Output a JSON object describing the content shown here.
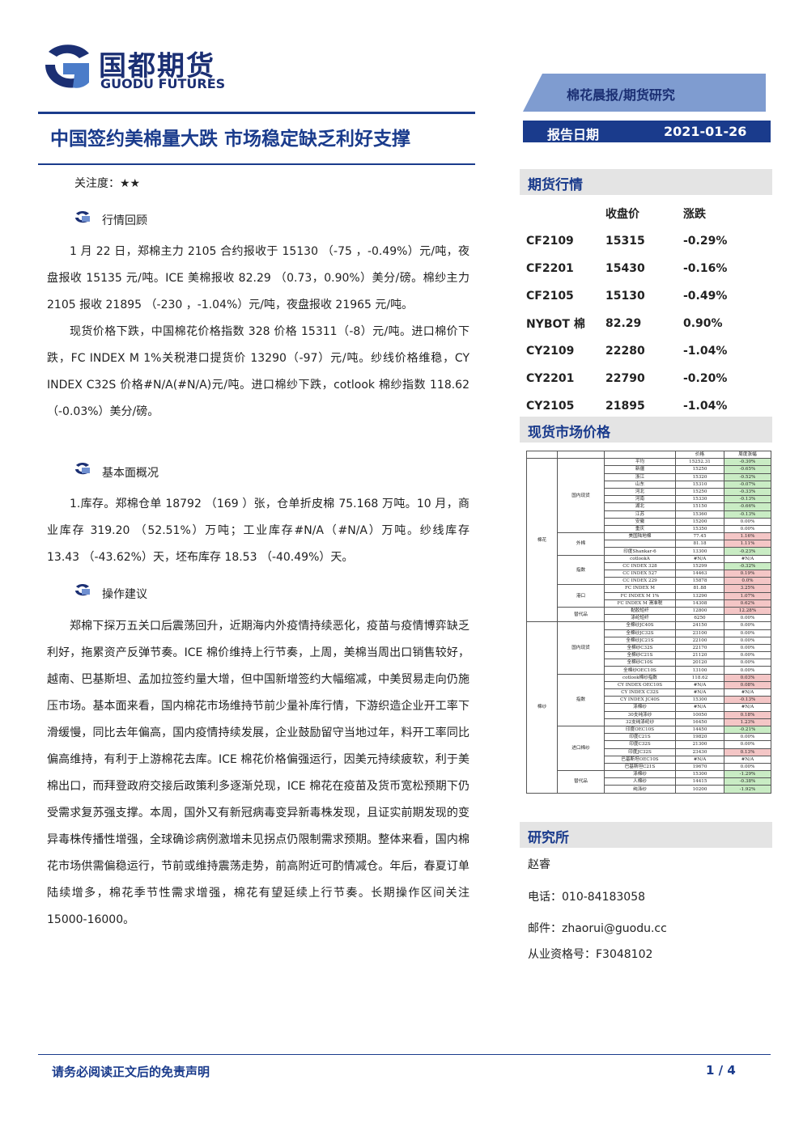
{
  "header": {
    "logo_cn": "国都期货",
    "logo_en": "GUODU FUTURES",
    "banner": "棉花晨报/期货研究",
    "title": "中国签约美棉量大跌  市场稳定缺乏利好支撑",
    "date_label": "报告日期",
    "date_value": "2021-01-26"
  },
  "focus": "关注度：★★",
  "sections": {
    "review_title": "行情回顾",
    "review_paras": [
      "1 月 22 日，郑棉主力 2105 合约报收于 15130 （-75 ，-0.49%）元/吨，夜盘报收 15135 元/吨。ICE 美棉报收 82.29 （0.73，0.90%）美分/磅。棉纱主力 2105 报收 21895 （-230 ，-1.04%）元/吨，夜盘报收 21965 元/吨。",
      "现货价格下跌，中国棉花价格指数 328 价格 15311（-8）元/吨。进口棉价下跌，FC INDEX M 1%关税港口提货价 13290（-97）元/吨。纱线价格维稳，CY INDEX C32S 价格#N/A(#N/A)元/吨。进口棉纱下跌，cotlook 棉纱指数 118.62（-0.03%）美分/磅。"
    ],
    "fundamental_title": "基本面概况",
    "fundamental_paras": [
      "1.库存。郑棉仓单 18792 （169 ）张，仓单折皮棉 75.168 万吨。10 月，商业库存 319.20 （52.51%）万吨；工业库存#N/A（#N/A）万吨。纱线库存 13.43 （-43.62%）天，坯布库存 18.53 （-40.49%）天。"
    ],
    "advice_title": "操作建议",
    "advice_paras": [
      "郑棉下探万五关口后震荡回升，近期海内外疫情持续恶化，疫苗与疫情博弈缺乏利好，拖累资产反弹节奏。ICE 棉价维持上行节奏，上周，美棉当周出口销售较好，越南、巴基斯坦、孟加拉签约量大增，但中国新增签约大幅缩减，中美贸易走向仍施压市场。基本面来看，国内棉花市场维持节前少量补库行情，下游织造企业开工率下滑缓慢，同比去年偏高，国内疫情持续发展，企业鼓励留守当地过年，料开工率同比偏高维持，有利于上游棉花去库。ICE 棉花价格偏强运行，因美元持续疲软，利于美棉出口，而拜登政府交接后政策利多逐渐兑现，ICE 棉花在疫苗及货币宽松预期下仍受需求复苏强支撑。本周，国外又有新冠病毒变异新毒株发现，且证实前期发现的变异毒株传播性增强，全球确诊病例激增未见拐点仍限制需求预期。整体来看，国内棉花市场供需偏稳运行，节前或维持震荡走势，前高附近可酌情减仓。年后，春夏订单陆续增多，棉花季节性需求增强，棉花有望延续上行节奏。长期操作区间关注 15000-16000。"
    ]
  },
  "futures": {
    "title": "期货行情",
    "col_close": "收盘价",
    "col_change": "涨跌",
    "rows": [
      {
        "name": "CF2109",
        "close": "15315",
        "change": "-0.29%"
      },
      {
        "name": "CF2201",
        "close": "15430",
        "change": "-0.16%"
      },
      {
        "name": "CF2105",
        "close": "15130",
        "change": "-0.49%"
      },
      {
        "name": "NYBOT 棉",
        "close": "82.29",
        "change": "0.90%"
      },
      {
        "name": "CY2109",
        "close": "22280",
        "change": "-1.04%"
      },
      {
        "name": "CY2201",
        "close": "22790",
        "change": "-0.20%"
      },
      {
        "name": "CY2105",
        "close": "21895",
        "change": "-1.04%"
      }
    ]
  },
  "spot": {
    "title": "现货市场价格",
    "header_price": "价格",
    "header_change": "周度涨幅",
    "cat_cotton": "棉花",
    "cat_yarn": "棉纱",
    "sub_domestic": "国内现货",
    "sub_foreign": "外棉",
    "sub_index": "指数",
    "sub_port": "港口",
    "sub_substitute": "替代品",
    "sub_domestic2": "国内现货",
    "sub_index2": "指数",
    "sub_import": "进口棉纱",
    "sub_substitute2": "替代品",
    "rows": [
      {
        "n": "平均",
        "p": "15252.31",
        "c": "-0.30%",
        "s": "neg"
      },
      {
        "n": "新疆",
        "p": "15250",
        "c": "-0.65%",
        "s": "neg"
      },
      {
        "n": "浙江",
        "p": "15320",
        "c": "-0.52%",
        "s": "neg"
      },
      {
        "n": "山东",
        "p": "15310",
        "c": "-0.07%",
        "s": "neg"
      },
      {
        "n": "河北",
        "p": "15250",
        "c": "-0.33%",
        "s": "neg"
      },
      {
        "n": "河南",
        "p": "15330",
        "c": "-0.13%",
        "s": "neg"
      },
      {
        "n": "湖北",
        "p": "15150",
        "c": "-0.66%",
        "s": "neg"
      },
      {
        "n": "江苏",
        "p": "15360",
        "c": "-0.13%",
        "s": "neg"
      },
      {
        "n": "安徽",
        "p": "15200",
        "c": "0.00%",
        "s": ""
      },
      {
        "n": "重庆",
        "p": "15350",
        "c": "0.00%",
        "s": ""
      },
      {
        "n": "美国陆地棉",
        "p": "77.45",
        "c": "1.16%",
        "s": "pos"
      },
      {
        "n": "",
        "p": "81.18",
        "c": "1.11%",
        "s": "pos"
      },
      {
        "n": "印度Shankar-6",
        "p": "13300",
        "c": "-0.23%",
        "s": "neg"
      },
      {
        "n": "cotlookA",
        "p": "#N/A",
        "c": "#N/A",
        "s": ""
      },
      {
        "n": "CC INDEX 328",
        "p": "15299",
        "c": "-0.32%",
        "s": "neg"
      },
      {
        "n": "CC INDEX 527",
        "p": "14463",
        "c": "0.19%",
        "s": "pos"
      },
      {
        "n": "CC INDEX 229",
        "p": "15878",
        "c": "0.0%",
        "s": "pos"
      },
      {
        "n": "FC INDEX M",
        "p": "81.88",
        "c": "3.25%",
        "s": "pos"
      },
      {
        "n": "FC INDEX M 1%",
        "p": "13290",
        "c": "1.07%",
        "s": "pos"
      },
      {
        "n": "FC INDEX M 滑准税",
        "p": "14308",
        "c": "0.62%",
        "s": "pos"
      },
      {
        "n": "黏胶短纤",
        "p": "12800",
        "c": "12.28%",
        "s": "pos"
      },
      {
        "n": "涤纶短纤",
        "p": "6250",
        "c": "0.00%",
        "s": ""
      },
      {
        "n": "全棉纱JC40S",
        "p": "24150",
        "c": "0.00%",
        "s": ""
      },
      {
        "n": "全棉纱JC32S",
        "p": "23100",
        "c": "0.00%",
        "s": ""
      },
      {
        "n": "全棉纱JC21S",
        "p": "22100",
        "c": "0.00%",
        "s": ""
      },
      {
        "n": "全棉纱C32S",
        "p": "22170",
        "c": "0.00%",
        "s": ""
      },
      {
        "n": "全棉纱C21S",
        "p": "21120",
        "c": "0.00%",
        "s": ""
      },
      {
        "n": "全棉纱C10S",
        "p": "20120",
        "c": "0.00%",
        "s": ""
      },
      {
        "n": "全棉纱OEC10S",
        "p": "13100",
        "c": "0.00%",
        "s": ""
      },
      {
        "n": "cotlook棉纱指数",
        "p": "118.62",
        "c": "0.03%",
        "s": "pos"
      },
      {
        "n": "CY INDEX OEC10S",
        "p": "#N/A",
        "c": "0.08%",
        "s": "pos"
      },
      {
        "n": "CY INDEX C32S",
        "p": "#N/A",
        "c": "#N/A",
        "s": ""
      },
      {
        "n": "CY INDEX JC40S",
        "p": "15300",
        "c": "-0.13%",
        "s": "pos"
      },
      {
        "n": "涤棉纱",
        "p": "#N/A",
        "c": "#N/A",
        "s": ""
      },
      {
        "n": "30支纯涤纱",
        "p": "10050",
        "c": "0.18%",
        "s": "pos"
      },
      {
        "n": "32支纯涤纶纱",
        "p": "16450",
        "c": "1.23%",
        "s": "pos"
      },
      {
        "n": "印度OEC10S",
        "p": "14450",
        "c": "-0.21%",
        "s": "neg"
      },
      {
        "n": "印度C21S",
        "p": "19820",
        "c": "0.00%",
        "s": ""
      },
      {
        "n": "印度C32S",
        "p": "21300",
        "c": "0.00%",
        "s": ""
      },
      {
        "n": "印度JC32S",
        "p": "23430",
        "c": "0.13%",
        "s": "pos"
      },
      {
        "n": "巴基斯坦OEC10S",
        "p": "#N/A",
        "c": "#N/A",
        "s": ""
      },
      {
        "n": "巴基斯坦C21S",
        "p": "19670",
        "c": "0.00%",
        "s": ""
      },
      {
        "n": "涤棉纱",
        "p": "15300",
        "c": "-1.29%",
        "s": "neg"
      },
      {
        "n": "人棉纱",
        "p": "14415",
        "c": "-0.38%",
        "s": "neg"
      },
      {
        "n": "纯涤纱",
        "p": "10200",
        "c": "-1.92%",
        "s": "neg"
      }
    ]
  },
  "research": {
    "title": "研究所",
    "name": "赵睿",
    "phone": "电话：010-84183058",
    "email": "邮件：zhaorui@guodu.cc",
    "license": "从业资格号：F3048102"
  },
  "footer": {
    "disclaimer": "请务必阅读正文后的免责声明",
    "page": "1 / 4"
  }
}
